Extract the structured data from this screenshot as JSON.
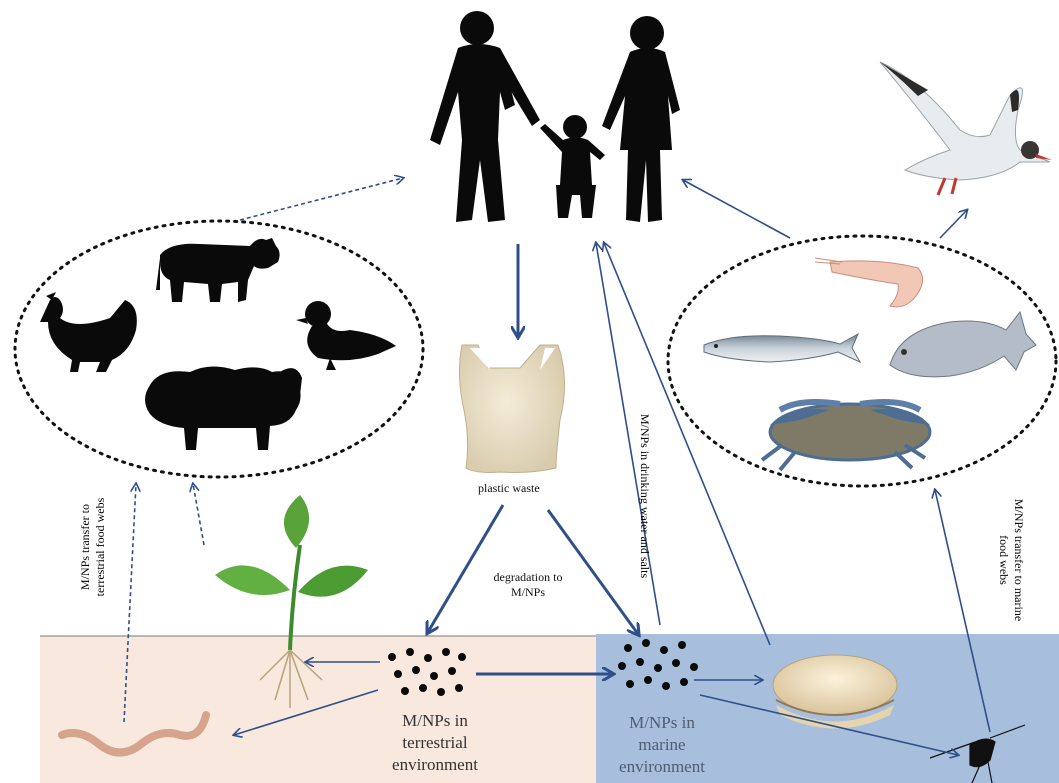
{
  "labels": {
    "plastic_waste": "plastic waste",
    "degradation_line1": "degradation to",
    "degradation_line2": "M/NPs",
    "terrestrial_env_line1": "M/NPs in",
    "terrestrial_env_line2": "terrestrial",
    "terrestrial_env_line3": "environment",
    "marine_env_line1": "M/NPs in",
    "marine_env_line2": "marine",
    "marine_env_line3": "environment",
    "terrestrial_transfer_line1": "M/NPs transfer to",
    "terrestrial_transfer_line2": "terrestrial food webs",
    "drinking_water": "M/NPs in drinking water and salts",
    "marine_transfer_line1": "M/NPs transfer to marine",
    "marine_transfer_line2": "food webs"
  },
  "colors": {
    "arrow": "#2f4f8a",
    "terrestrial_bg": "#f8e8de",
    "marine_bg": "#a7bfdc",
    "silhouette": "#0a0a0a"
  },
  "icons": [
    "family-silhouette",
    "seagull-icon",
    "cow-icon",
    "chicken-icon",
    "duck-icon",
    "sheep-icon",
    "plastic-bag-icon",
    "shrimp-icon",
    "sardine-icon",
    "sea-bream-icon",
    "crab-icon",
    "plant-icon",
    "earthworm-icon",
    "clam-icon",
    "copepod-icon"
  ]
}
